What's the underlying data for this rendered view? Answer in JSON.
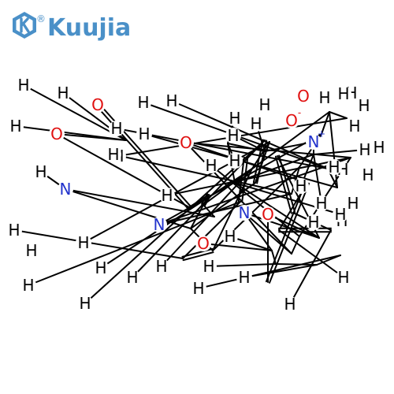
{
  "logo": {
    "brand": "Kuujia",
    "registered_mark": "®",
    "icon": "k-hexagon-icon",
    "color": "#4a90c8"
  },
  "colors": {
    "C": "#000000",
    "H": "#000000",
    "N": "#2233cc",
    "O": "#e01010"
  },
  "atoms": [
    {
      "el": "H",
      "label": "H"
    },
    {
      "el": "H",
      "label": "H"
    },
    {
      "el": "H",
      "label": "H"
    },
    {
      "el": "O",
      "label": "O"
    },
    {
      "el": "O",
      "label": "O"
    },
    {
      "el": "N",
      "label": "N"
    },
    {
      "el": "H",
      "label": "H"
    },
    {
      "el": "H",
      "label": "H"
    },
    {
      "el": "H",
      "label": "H"
    },
    {
      "el": "H",
      "label": "H"
    },
    {
      "el": "H",
      "label": "H"
    },
    {
      "el": "H",
      "label": "H"
    },
    {
      "el": "H",
      "label": "H"
    },
    {
      "el": "H",
      "label": "H"
    },
    {
      "el": "H",
      "label": "H"
    },
    {
      "el": "H",
      "label": "H"
    },
    {
      "el": "H",
      "label": "H"
    },
    {
      "el": "H",
      "label": "H"
    },
    {
      "el": "N",
      "label": "N"
    },
    {
      "el": "H",
      "label": "H"
    },
    {
      "el": "H",
      "label": "H"
    },
    {
      "el": "H",
      "label": "H"
    },
    {
      "el": "H",
      "label": "H"
    },
    {
      "el": "O",
      "label": "O"
    },
    {
      "el": "O",
      "label": "O"
    },
    {
      "el": "H",
      "label": "H"
    },
    {
      "el": "H",
      "label": "H"
    },
    {
      "el": "H",
      "label": "H"
    },
    {
      "el": "H",
      "label": "H"
    },
    {
      "el": "H",
      "label": "H"
    },
    {
      "el": "H",
      "label": "H"
    },
    {
      "el": "H",
      "label": "H"
    },
    {
      "el": "H",
      "label": "H"
    },
    {
      "el": "H",
      "label": "H"
    },
    {
      "el": "N",
      "label": "N",
      "charge": "+"
    },
    {
      "el": "O",
      "label": "O",
      "charge": "-"
    },
    {
      "el": "O",
      "label": "O"
    },
    {
      "el": "H",
      "label": "H"
    },
    {
      "el": "H",
      "label": "H"
    },
    {
      "el": "H",
      "label": "H"
    },
    {
      "el": "H",
      "label": "H"
    },
    {
      "el": "H",
      "label": "H"
    },
    {
      "el": "H",
      "label": "H"
    },
    {
      "el": "H",
      "label": "H"
    },
    {
      "el": "H",
      "label": "H"
    },
    {
      "el": "H",
      "label": "H"
    },
    {
      "el": "N",
      "label": "N"
    },
    {
      "el": "O",
      "label": "O"
    },
    {
      "el": "H",
      "label": "H"
    },
    {
      "el": "H",
      "label": "H"
    },
    {
      "el": "H",
      "label": "H"
    },
    {
      "el": "H",
      "label": "H"
    },
    {
      "el": "H",
      "label": "H"
    },
    {
      "el": "H",
      "label": "H"
    },
    {
      "el": "H",
      "label": "H"
    },
    {
      "el": "H",
      "label": "H"
    },
    {
      "el": "H",
      "label": "H"
    },
    {
      "el": "H",
      "label": "H"
    }
  ]
}
